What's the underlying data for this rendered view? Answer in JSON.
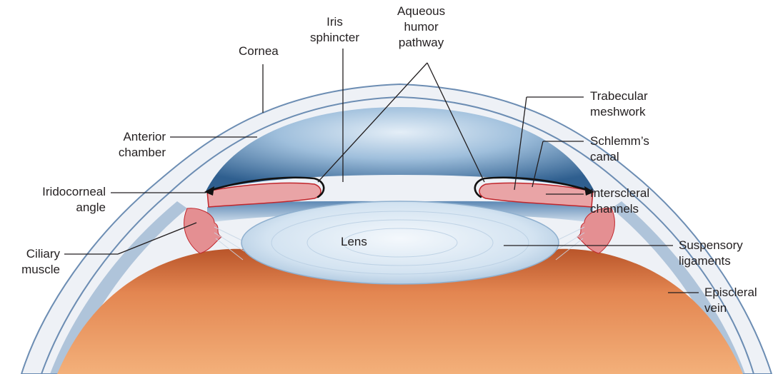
{
  "colors": {
    "sclera": "#e9edf3",
    "scleraEdge": "#5b7fa6",
    "chamberLight": "#dbe8f3",
    "chamberDark": "#3f6f9e",
    "iris": "#e9a4a6",
    "irisEdge": "#c0262c",
    "lens": "#d7e6f2",
    "choroid": "#d9743e",
    "text": "#231f20"
  },
  "labels": {
    "cornea": [
      "Cornea"
    ],
    "iris_sphincter": [
      "Iris",
      "sphincter"
    ],
    "aqueous_pathway": [
      "Aqueous",
      "humor",
      "pathway"
    ],
    "trabecular_meshwork": [
      "Trabecular",
      "meshwork"
    ],
    "anterior_chamber": [
      "Anterior",
      "chamber"
    ],
    "schlemms_canal": [
      "Schlemm’s",
      "canal"
    ],
    "iridocorneal_angle": [
      "Iridocorneal",
      "angle"
    ],
    "interscleral_channels": [
      "Interscleral",
      "channels"
    ],
    "lens": [
      "Lens"
    ],
    "ciliary_muscle": [
      "Ciliary",
      "muscle"
    ],
    "suspensory_ligaments": [
      "Suspensory",
      "ligaments"
    ],
    "episcleral_vein": [
      "Episcleral",
      "vein"
    ]
  }
}
